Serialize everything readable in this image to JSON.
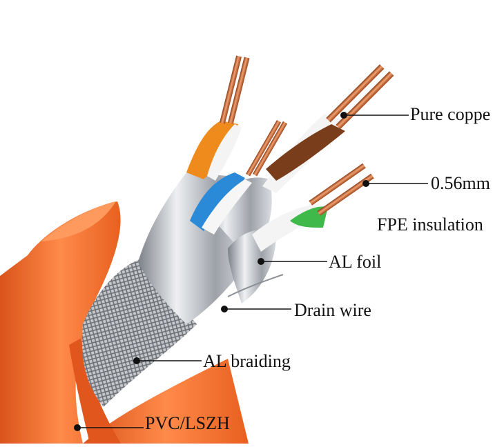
{
  "labels": {
    "pure_copper": "Pure coppe",
    "gauge": "0.56mm",
    "insulation": "FPE insulation",
    "al_foil": "AL foil",
    "drain_wire": "Drain wire",
    "al_braiding": "AL braiding",
    "jacket": "PVC/LSZH"
  },
  "colors": {
    "jacket_orange": "#f26a22",
    "copper": "#c8662e",
    "foil_silver": "#b8bcc2",
    "pair_orange": "#ef8a1c",
    "pair_blue": "#2b8ad8",
    "pair_brown": "#7a3d1c",
    "pair_green": "#3fb94a",
    "leader_line": "#111111"
  }
}
